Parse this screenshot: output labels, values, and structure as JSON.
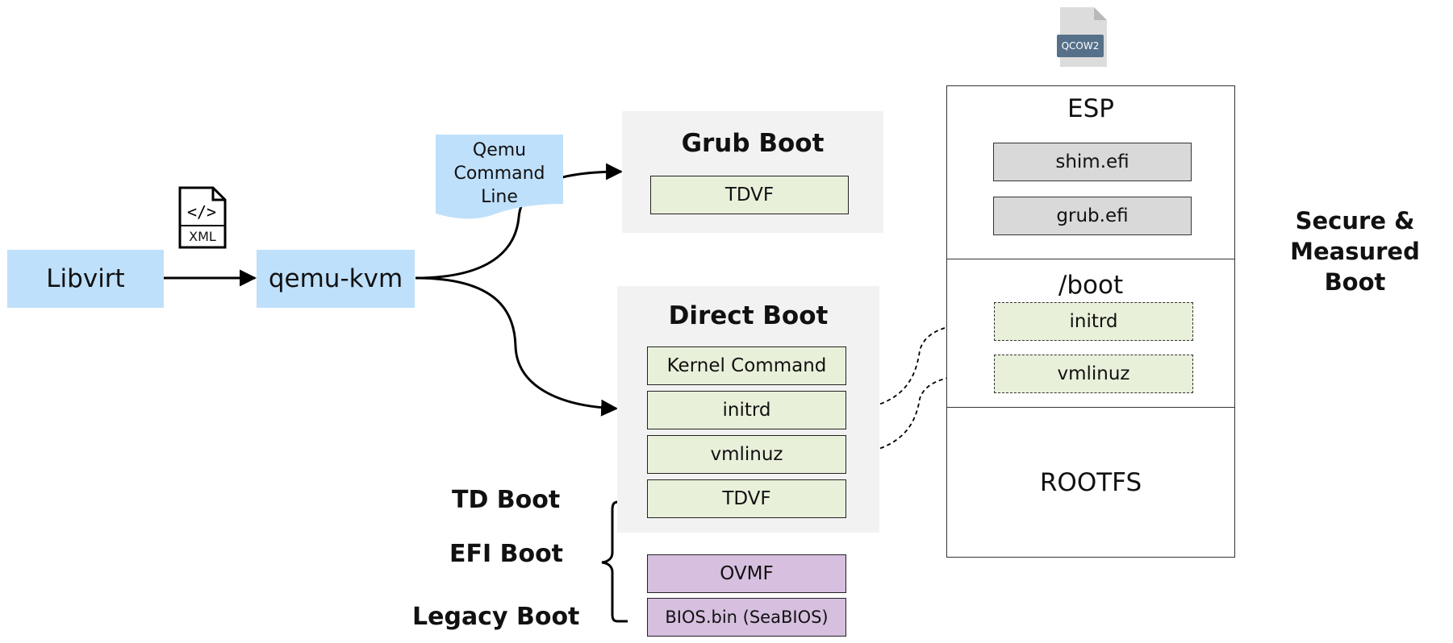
{
  "libvirt": {
    "label": "Libvirt"
  },
  "xml_icon": {
    "label": "XML"
  },
  "qemu_kvm": {
    "label": "qemu-kvm"
  },
  "qemu_cmdline": {
    "label": "Qemu\nCommand\nLine"
  },
  "grub_boot": {
    "title": "Grub Boot",
    "tdvf": "TDVF"
  },
  "direct_boot": {
    "title": "Direct Boot",
    "items": [
      "Kernel Command",
      "initrd",
      "vmlinuz",
      "TDVF"
    ]
  },
  "firmware": {
    "ovmf": "OVMF",
    "bios": "BIOS.bin (SeaBIOS)"
  },
  "boot_types": {
    "td": "TD Boot",
    "efi": "EFI Boot",
    "legacy": "Legacy Boot"
  },
  "qcow_icon": {
    "label": "QCOW2"
  },
  "disk": {
    "esp": {
      "title": "ESP",
      "items": [
        "shim.efi",
        "grub.efi"
      ]
    },
    "boot": {
      "title": "/boot",
      "items": [
        "initrd",
        "vmlinuz"
      ]
    },
    "rootfs": {
      "title": "ROOTFS"
    }
  },
  "secure_boot": {
    "label": "Secure &\nMeasured Boot"
  },
  "colors": {
    "blue": "#bfe0fb",
    "panel": "#f2f2f2",
    "green": "#e8f0da",
    "grey": "#d9d9d9",
    "purple": "#d6bfdf",
    "qcow": "#56708a"
  }
}
